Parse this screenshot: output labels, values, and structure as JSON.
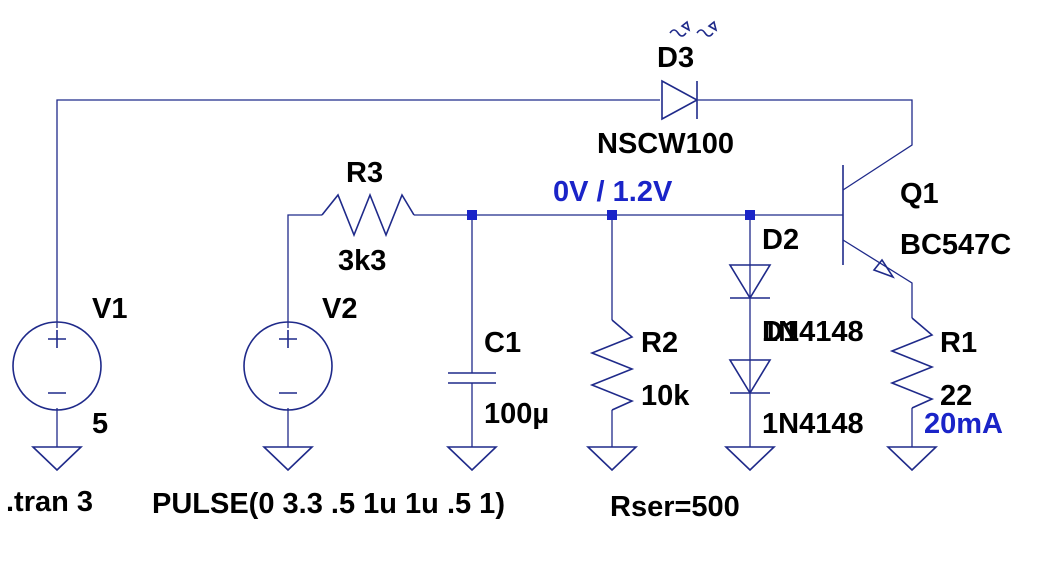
{
  "colors": {
    "wire": "#1f2a8a",
    "label": "#000000",
    "annotation": "#1a24c8",
    "background": "#ffffff"
  },
  "components": {
    "v1": {
      "ref": "V1",
      "value": "5"
    },
    "v2": {
      "ref": "V2",
      "value": "PULSE(0 3.3 .5 1u 1u .5 1)"
    },
    "r3": {
      "ref": "R3",
      "value": "3k3"
    },
    "c1": {
      "ref": "C1",
      "value": "100µ",
      "extra": "Rser=500"
    },
    "r2": {
      "ref": "R2",
      "value": "10k"
    },
    "d2": {
      "ref": "D2",
      "value": "1N4148"
    },
    "d1": {
      "ref": "D1",
      "value": "1N4148"
    },
    "d3": {
      "ref": "D3",
      "value": "NSCW100"
    },
    "q1": {
      "ref": "Q1",
      "value": "BC547C"
    },
    "r1": {
      "ref": "R1",
      "value": "22"
    }
  },
  "annotations": {
    "base_node_voltage": "0V / 1.2V",
    "collector_current": "20mA"
  },
  "directives": {
    "tran": ".tran 3"
  }
}
